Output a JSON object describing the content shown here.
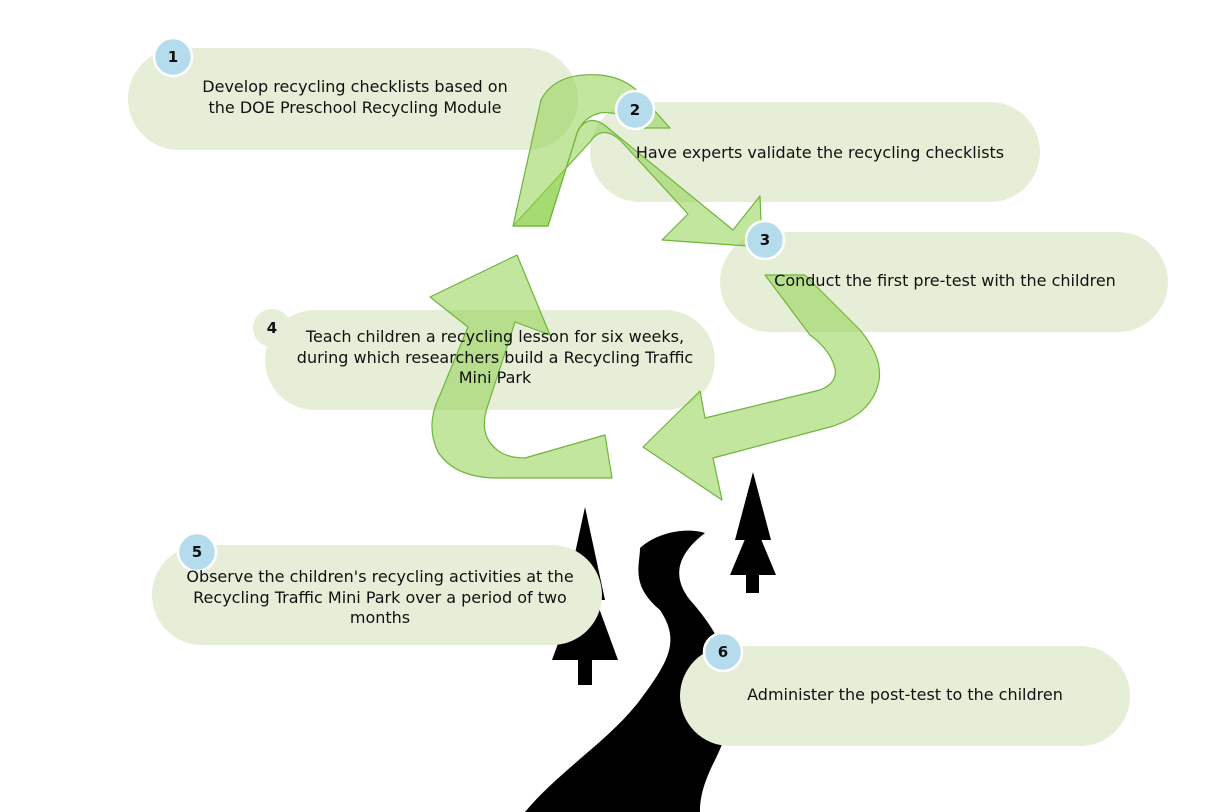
{
  "steps": [
    {
      "number": "1",
      "text": "Develop recycling checklists based on the DOE Preschool Recycling Module"
    },
    {
      "number": "2",
      "text": "Have experts validate the recycling checklists"
    },
    {
      "number": "3",
      "text": "Conduct the first pre-test with the children"
    },
    {
      "number": "4",
      "text": "Teach children a recycling lesson for six weeks, during which researchers build a Recycling Traffic Mini Park"
    },
    {
      "number": "5",
      "text": "Observe the children's recycling activities at the Recycling Traffic Mini Park over a period of two months"
    },
    {
      "number": "6",
      "text": "Administer the post-test to the children"
    }
  ],
  "colors": {
    "box_fill": "#e6eed8",
    "badge_fill": "#b5dcec",
    "arrow_fill": "#8fd14f",
    "arrow_stroke": "#6fb53a",
    "road_fill": "#000000",
    "tree_fill": "#000000"
  },
  "icons": [
    "recycle-arrows-icon",
    "road-icon",
    "tree-icon"
  ]
}
